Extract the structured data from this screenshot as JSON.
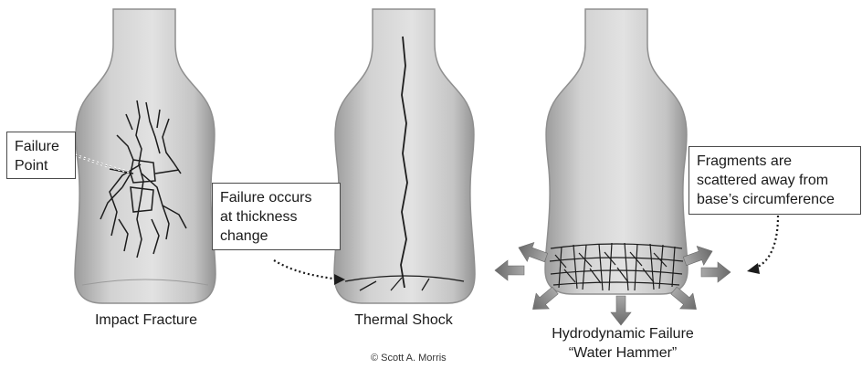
{
  "bottles": [
    {
      "name": "impact",
      "caption": "Impact Fracture",
      "callout": [
        "Failure",
        "Point"
      ]
    },
    {
      "name": "thermal",
      "caption": "Thermal Shock",
      "callout": [
        "Failure occurs",
        "at thickness",
        "change"
      ]
    },
    {
      "name": "hydrodynamic",
      "caption": [
        "Hydrodynamic Failure",
        "“Water Hammer”"
      ],
      "callout": [
        "Fragments are",
        "scattered away from",
        "base’s circumference"
      ]
    }
  ],
  "copyright": "© Scott A. Morris",
  "colors": {
    "glass": "#c9c9c9",
    "glass_edge": "#8f8f8f",
    "crack": "#1c1c1c",
    "arrow": "#7a7a7a"
  }
}
